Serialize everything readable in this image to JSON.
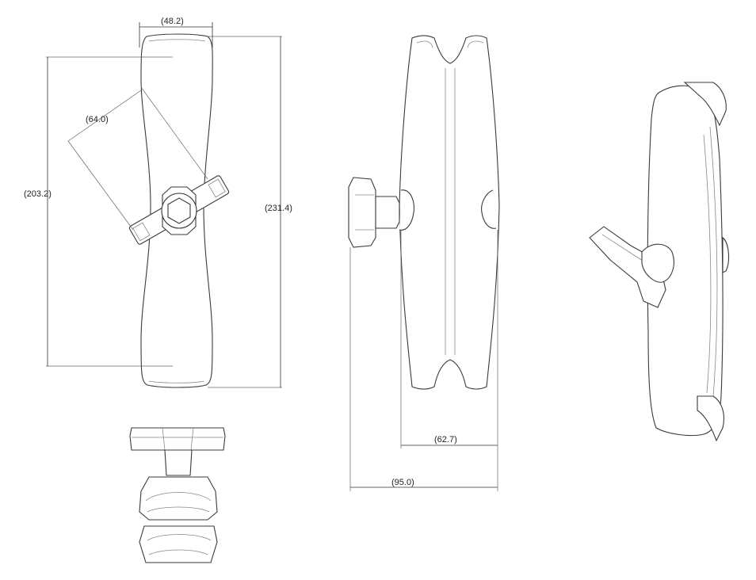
{
  "dimensions": {
    "top_width": "(48.2)",
    "angle_length": "(64.0)",
    "inner_height": "(203.2)",
    "overall_height": "(231.4)",
    "inner_width": "(62.7)",
    "overall_width": "(95.0)"
  },
  "colors": {
    "line": "#3a3a3a",
    "background": "#ffffff"
  }
}
